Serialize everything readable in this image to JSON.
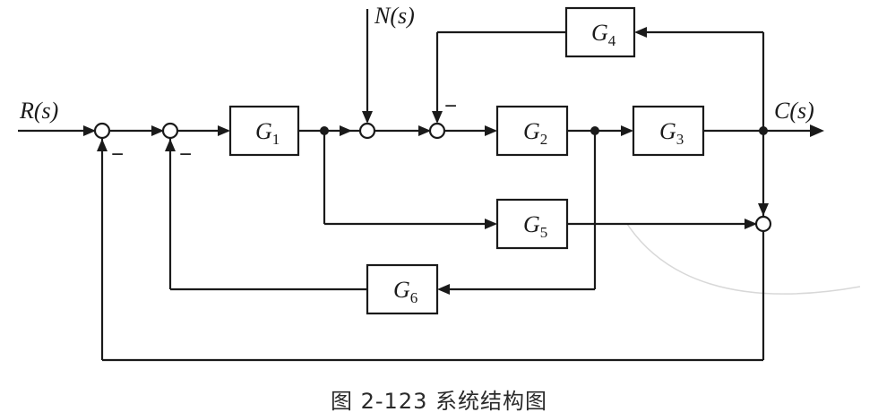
{
  "signals": {
    "input": "R(s)",
    "disturbance": "N(s)",
    "output": "C(s)"
  },
  "blocks": [
    {
      "id": "g1",
      "base": "G",
      "sub": "1"
    },
    {
      "id": "g2",
      "base": "G",
      "sub": "2"
    },
    {
      "id": "g3",
      "base": "G",
      "sub": "3"
    },
    {
      "id": "g4",
      "base": "G",
      "sub": "4"
    },
    {
      "id": "g5",
      "base": "G",
      "sub": "5"
    },
    {
      "id": "g6",
      "base": "G",
      "sub": "6"
    }
  ],
  "signs": {
    "sum1_feedback": "−",
    "sum2_feedback": "−",
    "sum4_feedback": "−"
  },
  "caption": "图 2-123   系统结构图",
  "colors": {
    "ink": "#1a1a1a",
    "background": "#ffffff"
  }
}
